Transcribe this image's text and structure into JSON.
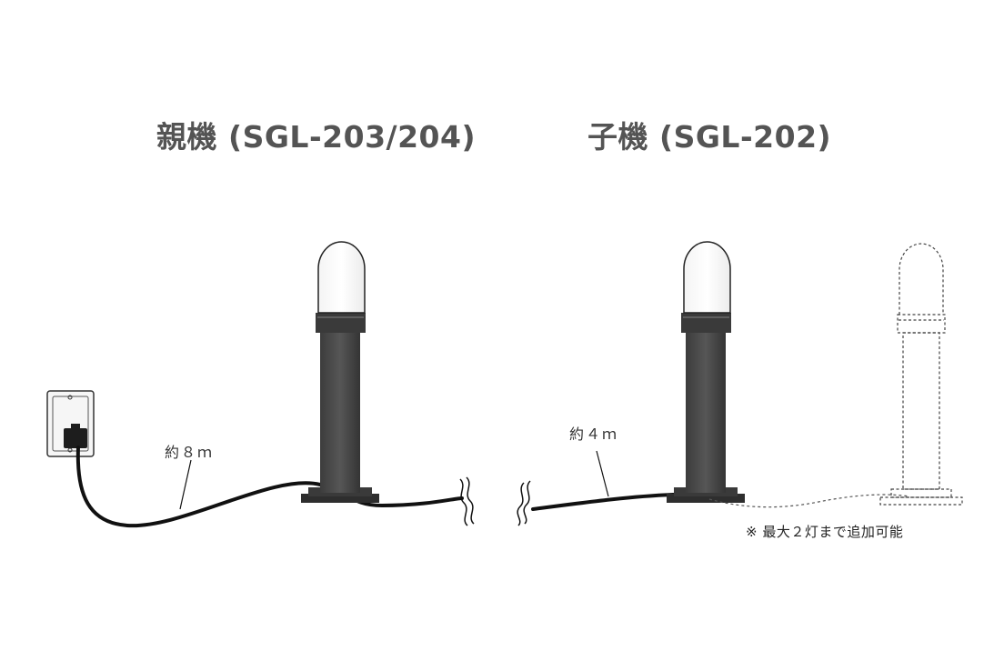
{
  "headings": {
    "parent": "親機 (SGL-203/204)",
    "child": "子機 (SGL-202)"
  },
  "labels": {
    "parent_cable_length": "約８ｍ",
    "child_cable_length": "約４ｍ",
    "note": "※ 最大２灯まで追加可能"
  },
  "icons": {
    "outlet": "wall-outlet-icon",
    "light_pole": "light-pole-icon",
    "optional_pole": "optional-light-pole-outline-icon"
  },
  "colors": {
    "heading_text": "#545454",
    "pole_body": "#4a4a4a",
    "cable": "#111111",
    "outline": "#333333"
  }
}
